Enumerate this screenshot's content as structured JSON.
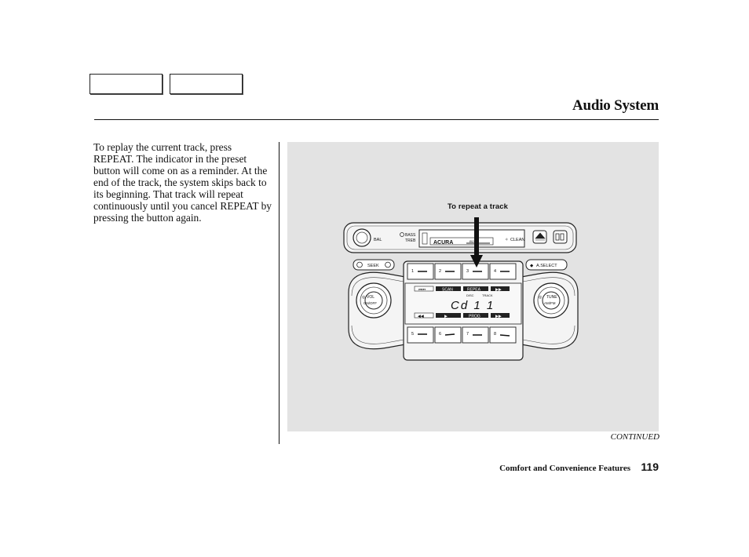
{
  "header": {
    "title": "Audio System"
  },
  "body": {
    "paragraph": "To replay the current track, press REPEAT. The indicator in the preset button will come on as a reminder. At the end of the track, the system skips back to its beginning. That track will repeat continuously until you cancel REPEAT by pressing the button again."
  },
  "figure": {
    "callout": "To repeat a track",
    "radio": {
      "bal": "BAL",
      "bass": "BASS",
      "treb": "TREB",
      "brand": "ACURA",
      "clean": "CLEAN",
      "seek": "SEEK",
      "a_select": "A.SELECT",
      "vol": "VOL",
      "on_off": "ON/OFF",
      "tune": "TUNE",
      "am_fm": "AM/FM",
      "scan": "SCAN",
      "repeat": "REPEA",
      "disc": "DISC",
      "track": "TRACK",
      "prog": "PROG",
      "display": "Cd 1  1",
      "presets_top": [
        "1",
        "2",
        "3",
        "4"
      ],
      "presets_bottom": [
        "5",
        "6",
        "7",
        "8"
      ]
    }
  },
  "footer": {
    "continued": "CONTINUED",
    "section": "Comfort and Convenience Features",
    "page": "119"
  }
}
